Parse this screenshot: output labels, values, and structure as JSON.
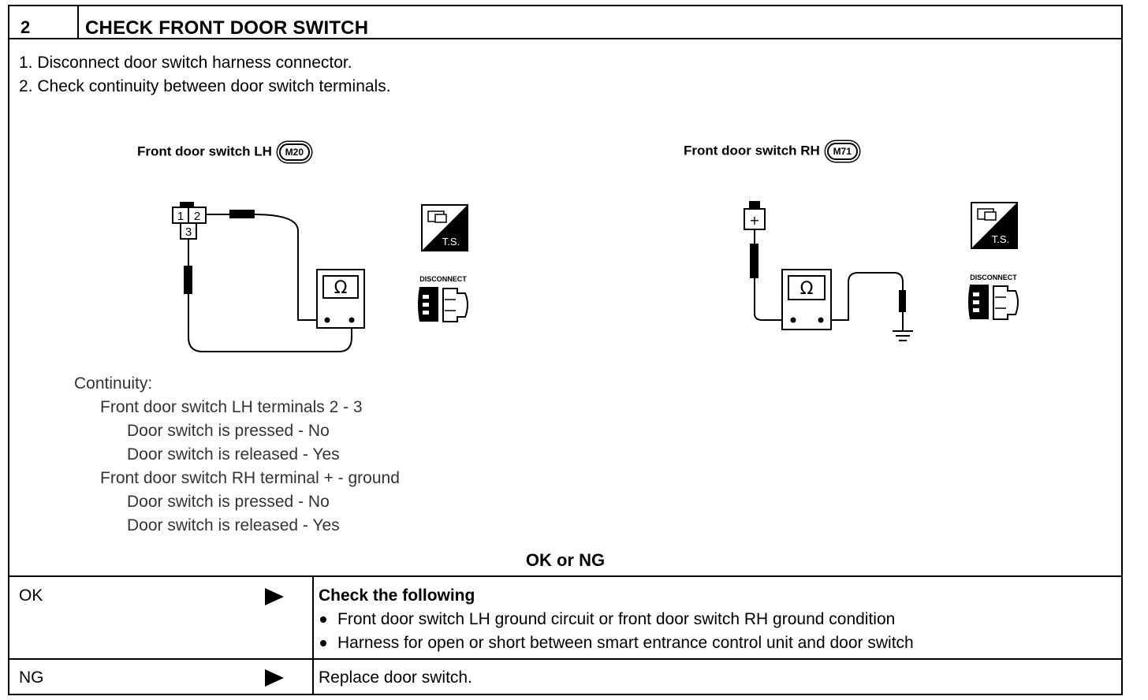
{
  "step": {
    "number": "2",
    "title": "CHECK FRONT DOOR SWITCH"
  },
  "instructions": [
    "1.  Disconnect door switch harness connector.",
    "2.  Check continuity between door switch terminals."
  ],
  "diagram_lh": {
    "label": "Front door switch LH",
    "connector": "M20",
    "terminals": [
      "1",
      "2",
      "3"
    ],
    "meter_symbol": "Ω",
    "ts_label": "T.S.",
    "disconnect_label": "DISCONNECT"
  },
  "diagram_rh": {
    "label": "Front door switch RH",
    "connector": "M71",
    "terminal": "+",
    "meter_symbol": "Ω",
    "ts_label": "T.S.",
    "disconnect_label": "DISCONNECT"
  },
  "continuity": {
    "heading": "Continuity:",
    "lh_heading": "Front door switch LH terminals 2 - 3",
    "lh_pressed": "Door switch is pressed - No",
    "lh_released": "Door switch is released - Yes",
    "rh_heading": "Front door switch RH terminal + - ground",
    "rh_pressed": "Door switch is pressed - No",
    "rh_released": "Door switch is released - Yes"
  },
  "decision": "OK or NG",
  "ok_row": {
    "label": "OK",
    "heading": "Check the following",
    "items": [
      "Front door switch LH ground circuit or front door switch RH ground condition",
      "Harness for open or short between smart entrance control unit and door switch"
    ]
  },
  "ng_row": {
    "label": "NG",
    "action": "Replace door switch."
  }
}
